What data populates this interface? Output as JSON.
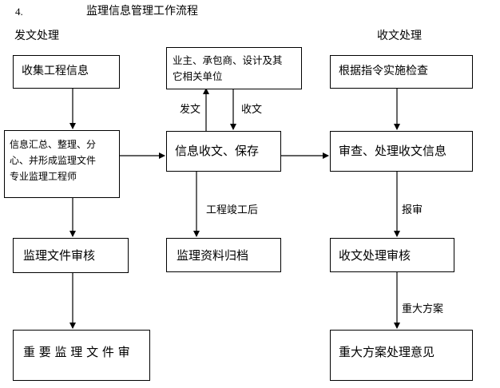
{
  "header": {
    "number": "4.",
    "title": "监理信息管理工作流程"
  },
  "sections": {
    "send": "发文处理",
    "receive": "收文处理"
  },
  "boxes": {
    "collect": "收集工程信息",
    "summary_1": "信息汇总、整理、分",
    "summary_2": "心、并形成监理文件",
    "summary_3": "专业监理工程师",
    "doc_review": "监理文件审核",
    "major_doc_review": "重 要 监 理 文 件 审",
    "parties_1": "业主、承包商、设计及其",
    "parties_2": "它相关单位",
    "receive_save": "信息收文、保存",
    "archive": "监理资料归档",
    "inspect": "根据指令实施检查",
    "review_process": "审查、处理收文信息",
    "receive_review": "收文处理审核",
    "major_plan": "重大方案处理意见"
  },
  "labels": {
    "send": "发文",
    "receive": "收文",
    "after_completion": "工程竣工后",
    "report": "报审",
    "major_plan": "重大方案"
  }
}
